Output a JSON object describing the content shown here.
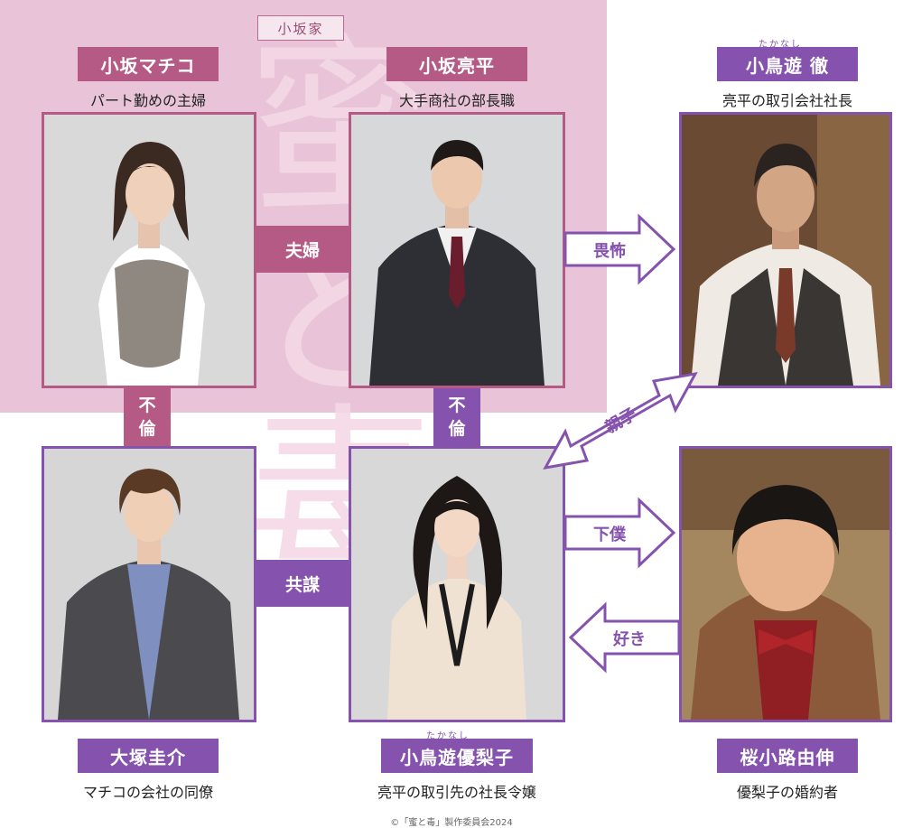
{
  "family": {
    "label": "小坂家"
  },
  "background_glyphs": [
    "蜜",
    "と",
    "毒"
  ],
  "characters": {
    "machiko": {
      "name": "小坂マチコ",
      "desc": "パート勤めの主婦",
      "icon": "woman-portrait"
    },
    "ryohei": {
      "name": "小坂亮平",
      "desc": "大手商社の部長職",
      "icon": "man-suit-portrait"
    },
    "toru": {
      "ruby": "たかなし",
      "name": "小鳥遊 徹",
      "desc": "亮平の取引会社社長",
      "icon": "older-man-vest-portrait"
    },
    "keisuke": {
      "name": "大塚圭介",
      "desc": "マチコの会社の同僚",
      "icon": "young-man-portrait"
    },
    "yuriko": {
      "ruby": "たかなし",
      "name": "小鳥遊優梨子",
      "desc": "亮平の取引先の社長令嬢",
      "icon": "young-woman-portrait"
    },
    "yoshinobu": {
      "name": "桜小路由伸",
      "desc": "優梨子の婚約者",
      "icon": "man-bowtie-portrait"
    }
  },
  "relations": {
    "couple": "夫婦",
    "affair_left": [
      "不",
      "倫"
    ],
    "affair_right": [
      "不",
      "倫"
    ],
    "conspiracy": "共謀",
    "fear": "畏怖",
    "parent_child": "親子",
    "servant": "下僕",
    "love": "好き"
  },
  "colors": {
    "pink": "#b55a85",
    "purple": "#8553ad",
    "family_bg": "#e9c3d8"
  },
  "copyright": "©「蜜と毒」製作委員会2024"
}
